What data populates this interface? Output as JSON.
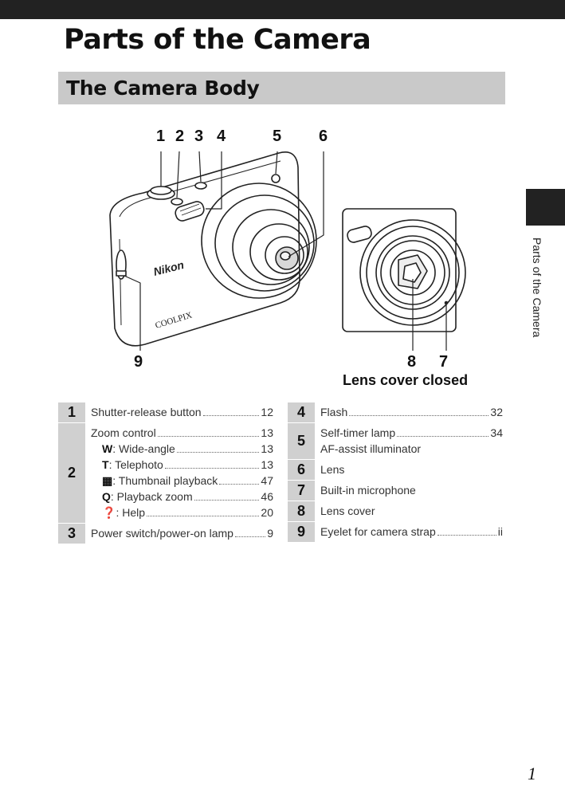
{
  "page": {
    "title": "Parts of the Camera",
    "number": "1"
  },
  "section": {
    "title": "The Camera Body"
  },
  "side_tab": {
    "label": "Parts of the Camera"
  },
  "diagram": {
    "callouts": [
      "1",
      "2",
      "3",
      "4",
      "5",
      "6",
      "9",
      "8",
      "7"
    ],
    "brand": "Nikon",
    "model": "COOLPIX",
    "caption": "Lens cover closed"
  },
  "parts_left": [
    {
      "num": "1",
      "lines": [
        {
          "label": "Shutter-release button",
          "page": "12"
        }
      ]
    },
    {
      "num": "2",
      "lines": [
        {
          "label": "Zoom control",
          "page": "13"
        },
        {
          "sym": "W",
          "label": ": Wide-angle",
          "page": "13"
        },
        {
          "sym": "T",
          "label": ": Telephoto",
          "page": "13"
        },
        {
          "sym": "▦",
          "label": ": Thumbnail playback",
          "page": "47"
        },
        {
          "sym": "Q",
          "label": ": Playback zoom",
          "page": "46"
        },
        {
          "sym": "❓",
          "label": ": Help",
          "page": "20"
        }
      ]
    },
    {
      "num": "3",
      "lines": [
        {
          "label": "Power switch/power-on lamp",
          "page": "9"
        }
      ]
    }
  ],
  "parts_right": [
    {
      "num": "4",
      "lines": [
        {
          "label": "Flash",
          "page": "32"
        }
      ]
    },
    {
      "num": "5",
      "lines": [
        {
          "label": "Self-timer lamp",
          "page": "34"
        },
        {
          "label": "AF-assist illuminator",
          "page": ""
        }
      ]
    },
    {
      "num": "6",
      "lines": [
        {
          "label": "Lens",
          "page": ""
        }
      ]
    },
    {
      "num": "7",
      "lines": [
        {
          "label": "Built-in microphone",
          "page": ""
        }
      ]
    },
    {
      "num": "8",
      "lines": [
        {
          "label": "Lens cover",
          "page": ""
        }
      ]
    },
    {
      "num": "9",
      "lines": [
        {
          "label": "Eyelet for camera strap",
          "page": "ii"
        }
      ]
    }
  ]
}
